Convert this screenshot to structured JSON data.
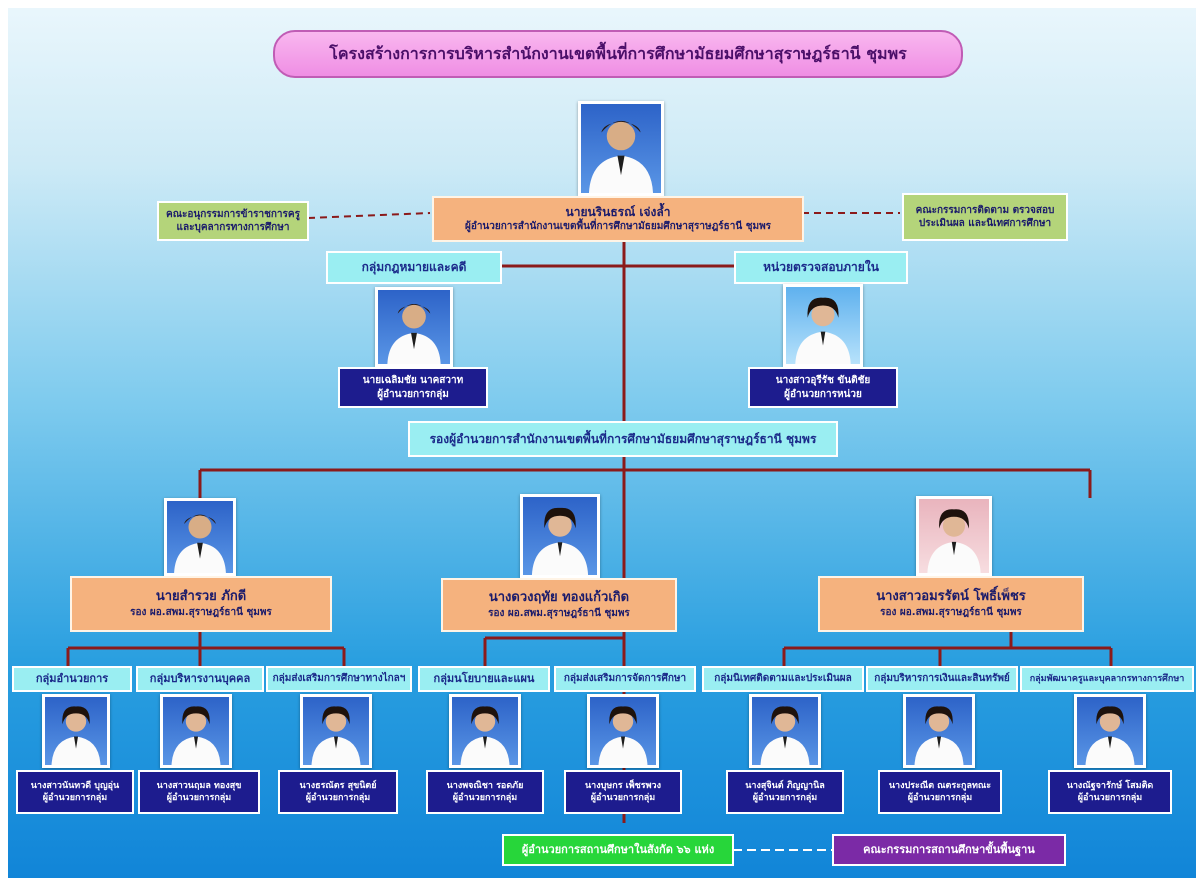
{
  "title": "โครงสร้างการการบริหารสำนักงานเขตพื้นที่การศึกษามัธยมศึกษาสุราษฎร์ธานี ชุมพร",
  "director": {
    "name": "นายนรินธรณ์ เจ่งล้ำ",
    "position": "ผู้อำนวยการสำนักงานเขตพื้นที่การศึกษามัธยมศึกษาสุราษฎร์ธานี ชุมพร"
  },
  "committee_left": {
    "line1": "คณะอนุกรรมการข้าราชการครู",
    "line2": "และบุคลากรทางการศึกษา"
  },
  "committee_right": {
    "line1": "คณะกรรมการติดตาม ตรวจสอบ",
    "line2": "ประเมินผล และนิเทศการศึกษา"
  },
  "legal": {
    "unit": "กลุ่มกฎหมายและคดี",
    "name": "นายเฉลิมชัย นาคสวาท",
    "position": "ผู้อำนวยการกลุ่ม"
  },
  "audit": {
    "unit": "หน่วยตรวจสอบภายใน",
    "name": "นางสาวอุรีรัช ขันติชัย",
    "position": "ผู้อำนวยการหน่วย"
  },
  "deputy_bar": "รองผู้อำนวยการสำนักงานเขตพื้นที่การศึกษามัธยมศึกษาสุราษฎร์ธานี ชุมพร",
  "deputies": [
    {
      "name": "นายสำรวย ภักดี",
      "position": "รอง ผอ.สพม.สุราษฎร์ธานี ชุมพร"
    },
    {
      "name": "นางดวงฤทัย ทองแก้วเกิด",
      "position": "รอง ผอ.สพม.สุราษฎร์ธานี ชุมพร"
    },
    {
      "name": "นางสาวอมรรัตน์ โพธิ์เพ็ชร",
      "position": "รอง ผอ.สพม.สุราษฎร์ธานี ชุมพร"
    }
  ],
  "groups": [
    {
      "unit": "กลุ่มอำนวยการ",
      "name": "นางสาวนันทวดี บุญอุ่น",
      "position": "ผู้อำนวยการกลุ่ม"
    },
    {
      "unit": "กลุ่มบริหารงานบุคคล",
      "name": "นางสาวนฤมล ทองสุข",
      "position": "ผู้อำนวยการกลุ่ม"
    },
    {
      "unit": "กลุ่มส่งเสริมการศึกษาทางไกลฯ",
      "name": "นางธรณัตร สุขนิตย์",
      "position": "ผู้อำนวยการกลุ่ม"
    },
    {
      "unit": "กลุ่มนโยบายและแผน",
      "name": "นางพจณิชา รอดภัย",
      "position": "ผู้อำนวยการกลุ่ม"
    },
    {
      "unit": "กลุ่มส่งเสริมการจัดการศึกษา",
      "name": "นางบุษกร เพ็ชรพวง",
      "position": "ผู้อำนวยการกลุ่ม"
    },
    {
      "unit": "กลุ่มนิเทศติดตามและประเมินผล",
      "name": "นางสุจินต์ ภิญญานิล",
      "position": "ผู้อำนวยการกลุ่ม"
    },
    {
      "unit": "กลุ่มบริหารการเงินและสินทรัพย์",
      "name": "นางประณีต ณ​ตระกูลทณะ",
      "position": "ผู้อำนวยการกลุ่ม"
    },
    {
      "unit": "กลุ่มพัฒนาครูและบุคลากรทางการศึกษา",
      "name": "นางณัฐจารักษ์ โสมติด",
      "position": "ผู้อำนวยการกลุ่ม"
    }
  ],
  "bottom": {
    "schools": "ผู้อำนวยการสถานศึกษาในสังกัด ๖๖ แห่ง",
    "board": "คณะกรรมการสถานศึกษาขั้นพื้นฐาน"
  },
  "colors": {
    "line": "#8b1a1a",
    "dash": "#8b1a1a",
    "orange_box": "#f5b27e",
    "navy_box": "#1d1c8e",
    "cyan_box": "#9aeef2"
  }
}
